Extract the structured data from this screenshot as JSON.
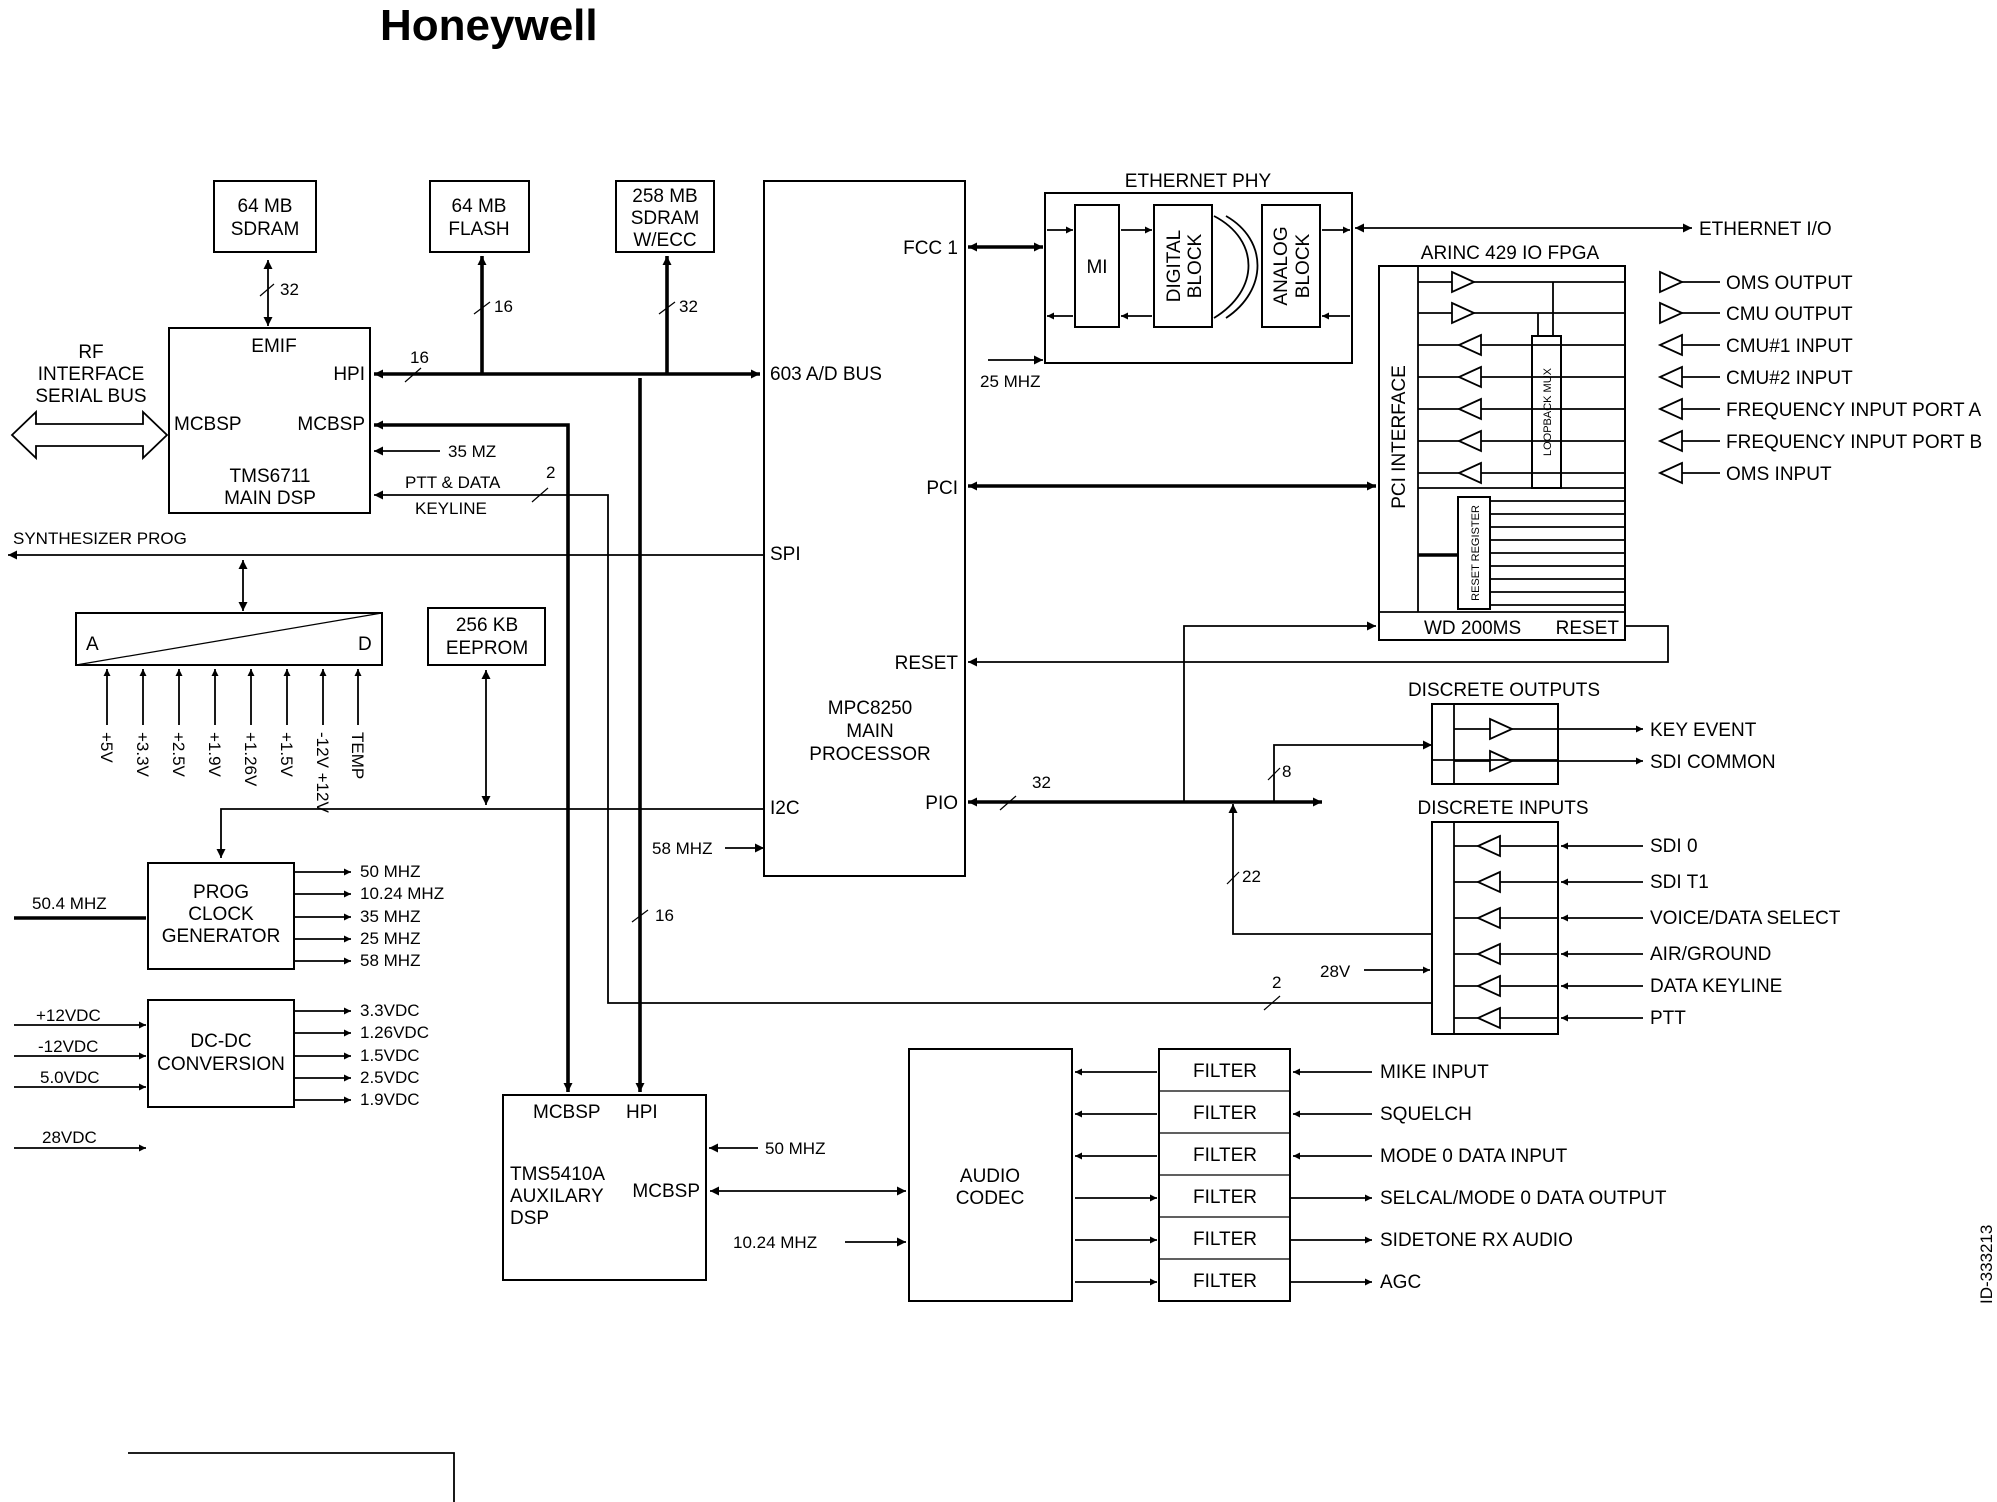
{
  "header": {
    "logo": "Honeywell"
  },
  "memory": {
    "sdram64": [
      "64 MB",
      "SDRAM"
    ],
    "flash": [
      "64 MB",
      "FLASH"
    ],
    "sdram258": [
      "258 MB",
      "SDRAM",
      "W/ECC"
    ],
    "eeprom": [
      "256 KB",
      "EEPROM"
    ]
  },
  "rf_interface": [
    "RF",
    "INTERFACE",
    "SERIAL BUS"
  ],
  "main_dsp": {
    "emif": "EMIF",
    "hpi": "HPI",
    "mcbsp_left": "MCBSP",
    "mcbsp_right": "MCBSP",
    "name": [
      "TMS6711",
      "MAIN DSP"
    ]
  },
  "aux_dsp": {
    "mcbsp_top": "MCBSP",
    "hpi": "HPI",
    "name": [
      "TMS5410A",
      "AUXILARY",
      "DSP"
    ],
    "mcbsp_right": "MCBSP"
  },
  "processor": {
    "name": [
      "MPC8250",
      "MAIN",
      "PROCESSOR"
    ],
    "fcc1": "FCC 1",
    "bus": "603 A/D BUS",
    "pci": "PCI",
    "spi": "SPI",
    "reset": "RESET",
    "pio": "PIO",
    "i2c": "I2C"
  },
  "ethernet": {
    "title": "ETHERNET PHY",
    "mi": "MI",
    "digital": [
      "DIGITAL",
      "BLOCK"
    ],
    "analog": [
      "ANALOG",
      "BLOCK"
    ],
    "io": "ETHERNET I/O"
  },
  "arinc": {
    "title": "ARINC 429 IO FPGA",
    "pci_interface": "PCI INTERFACE",
    "loopback": "LOOPBACK MUX",
    "reset_register": "RESET REGISTER",
    "wd": "WD 200MS",
    "reset": "RESET",
    "ports": [
      "OMS OUTPUT",
      "CMU OUTPUT",
      "CMU#1 INPUT",
      "CMU#2 INPUT",
      "FREQUENCY INPUT PORT A",
      "FREQUENCY INPUT PORT B",
      "OMS INPUT"
    ]
  },
  "discrete_outputs": {
    "title": "DISCRETE OUTPUTS",
    "items": [
      "KEY EVENT",
      "SDI COMMON"
    ]
  },
  "discrete_inputs": {
    "title": "DISCRETE INPUTS",
    "items": [
      "SDI 0",
      "SDI T1",
      "VOICE/DATA SELECT",
      "AIR/GROUND",
      "DATA KEYLINE",
      "PTT"
    ]
  },
  "adc": {
    "a": "A",
    "d": "D",
    "synth": "SYNTHESIZER PROG",
    "inputs": [
      "+5V",
      "+3.3V",
      "+2.5V",
      "+1.9V",
      "+1.26V",
      "+1.5V",
      "-12V +12V",
      "TEMP"
    ]
  },
  "clock": {
    "name": [
      "PROG",
      "CLOCK",
      "GENERATOR"
    ],
    "input": "50.4 MHZ",
    "outputs": [
      "50 MHZ",
      "10.24 MHZ",
      "35 MHZ",
      "25 MHZ",
      "58 MHZ"
    ]
  },
  "power": {
    "name": [
      "DC-DC",
      "CONVERSION"
    ],
    "inputs": [
      "+12VDC",
      "-12VDC",
      "5.0VDC"
    ],
    "extra": "28VDC",
    "outputs": [
      "3.3VDC",
      "1.26VDC",
      "1.5VDC",
      "2.5VDC",
      "1.9VDC"
    ]
  },
  "audio": {
    "codec": [
      "AUDIO",
      "CODEC"
    ],
    "filter": "FILTER",
    "signals": [
      "MIKE INPUT",
      "SQUELCH",
      "MODE 0 DATA INPUT",
      "SELCAL/MODE 0 DATA OUTPUT",
      "SIDETONE RX AUDIO",
      "AGC"
    ]
  },
  "signals": {
    "mz35": "35 MZ",
    "ptt_data": "PTT & DATA",
    "keyline": "KEYLINE",
    "mhz25": "25 MHZ",
    "mhz58": "58 MHZ",
    "mhz50": "50 MHZ",
    "mhz1024": "10.24 MHZ",
    "v28": "28V"
  },
  "widths": {
    "w32a": "32",
    "w16a": "16",
    "w32b": "32",
    "w16b": "16",
    "w2a": "2",
    "w32c": "32",
    "w8": "8",
    "w22": "22",
    "w2b": "2",
    "w16c": "16"
  },
  "figure_id": "ID-333213"
}
